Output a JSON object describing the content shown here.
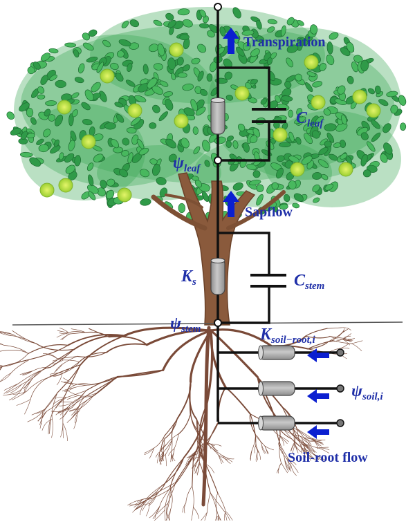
{
  "labels": {
    "transpiration": "Transpiration",
    "sapflow": "Sapflow",
    "soil_root_flow": "Soil-root flow"
  },
  "symbols": {
    "c_leaf": {
      "main": "C",
      "sub": "leaf"
    },
    "psi_leaf": {
      "main": "ψ",
      "sub": "leaf"
    },
    "k_s": {
      "main": "K",
      "sub": "s"
    },
    "c_stem": {
      "main": "C",
      "sub": "stem"
    },
    "psi_stem": {
      "main": "ψ",
      "sub": "stem"
    },
    "k_soil_root": {
      "main": "K",
      "sub": "soil−root,i"
    },
    "psi_soil": {
      "main": "ψ",
      "sub": "soil,i"
    }
  },
  "colors": {
    "label_blue": "#1f2fa8",
    "arrow_blue": "#0b1fd0",
    "foliage": "#2f9a48",
    "foliage_light": "#48b85e",
    "fruit": "#c9e84a",
    "trunk": "#8a5a3c",
    "root": "#7a4a38",
    "wire": "#111111",
    "resistor": "#a9a9a9"
  }
}
